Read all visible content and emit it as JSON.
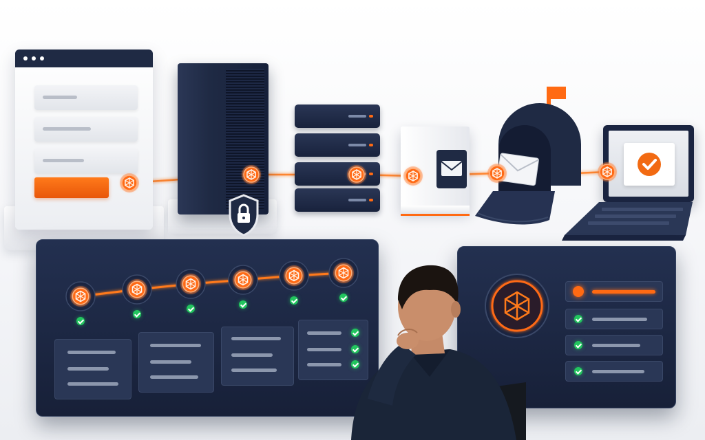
{
  "colors": {
    "accent": "#ff6a13",
    "navy": "#1f2a44",
    "panel": "#1b2540",
    "success": "#22c55e",
    "surface": "#ffffff"
  },
  "pipeline": {
    "stages": [
      {
        "icon": "login-form-icon"
      },
      {
        "icon": "server-tower-icon",
        "badge_icon": "padlock-shield-icon"
      },
      {
        "icon": "server-rack-icon"
      },
      {
        "icon": "mail-relay-icon"
      },
      {
        "icon": "mailbox-icon"
      },
      {
        "icon": "laptop-confirmation-icon"
      }
    ],
    "node_icon": "hexagon-network-node-icon"
  },
  "tracking_panel": {
    "steps": [
      {
        "status": "done",
        "status_icon": "check-circle-icon"
      },
      {
        "status": "done",
        "status_icon": "check-circle-icon"
      },
      {
        "status": "done",
        "status_icon": "check-circle-icon"
      },
      {
        "status": "done",
        "status_icon": "check-circle-icon"
      },
      {
        "status": "done",
        "status_icon": "check-circle-icon"
      },
      {
        "status": "done",
        "status_icon": "check-circle-icon"
      }
    ],
    "tile_count": 4
  },
  "detail_panel": {
    "hero_icon": "hexagon-network-node-icon",
    "rows": [
      {
        "state": "active",
        "progress": 1.0
      },
      {
        "state": "done",
        "status_icon": "check-circle-icon"
      },
      {
        "state": "done",
        "status_icon": "check-circle-icon"
      },
      {
        "state": "done",
        "status_icon": "check-circle-icon"
      }
    ]
  },
  "observer": {
    "icon": "person-thinking-icon"
  }
}
